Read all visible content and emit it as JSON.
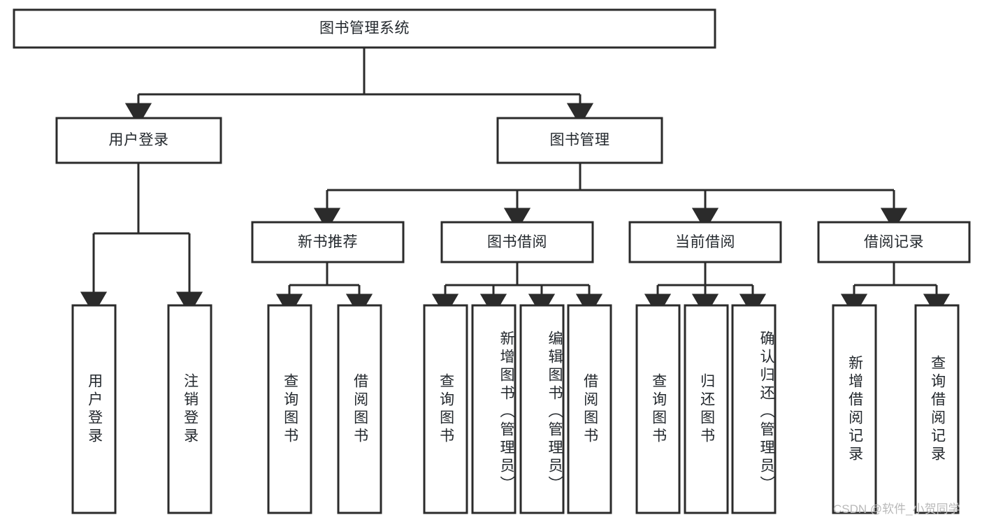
{
  "diagram": {
    "type": "hierarchy-tree",
    "title": "图书管理系统",
    "watermark": "CSDN @软件_小贺同学",
    "colors": {
      "stroke": "#2b2b2b",
      "fill": "#ffffff",
      "text": "#23282d",
      "watermark": "#b9b9b9"
    },
    "root": {
      "label": "图书管理系统"
    },
    "level2": [
      {
        "label": "用户登录"
      },
      {
        "label": "图书管理"
      }
    ],
    "level3": [
      {
        "label": "新书推荐"
      },
      {
        "label": "图书借阅"
      },
      {
        "label": "当前借阅"
      },
      {
        "label": "借阅记录"
      }
    ],
    "leaves": {
      "user_login": [
        {
          "label": "用户登录"
        },
        {
          "label": "注销登录"
        }
      ],
      "new_book_recommend": [
        {
          "label": "查询图书"
        },
        {
          "label": "借阅图书"
        }
      ],
      "book_borrow": [
        {
          "label": "查询图书"
        },
        {
          "label": "新增图书（管理员）"
        },
        {
          "label": "编辑图书（管理员）"
        },
        {
          "label": "借阅图书"
        }
      ],
      "current_borrow": [
        {
          "label": "查询图书"
        },
        {
          "label": "归还图书"
        },
        {
          "label": "确认归还（管理员）"
        }
      ],
      "borrow_record": [
        {
          "label": "新增借阅记录"
        },
        {
          "label": "查询借阅记录"
        }
      ]
    }
  }
}
